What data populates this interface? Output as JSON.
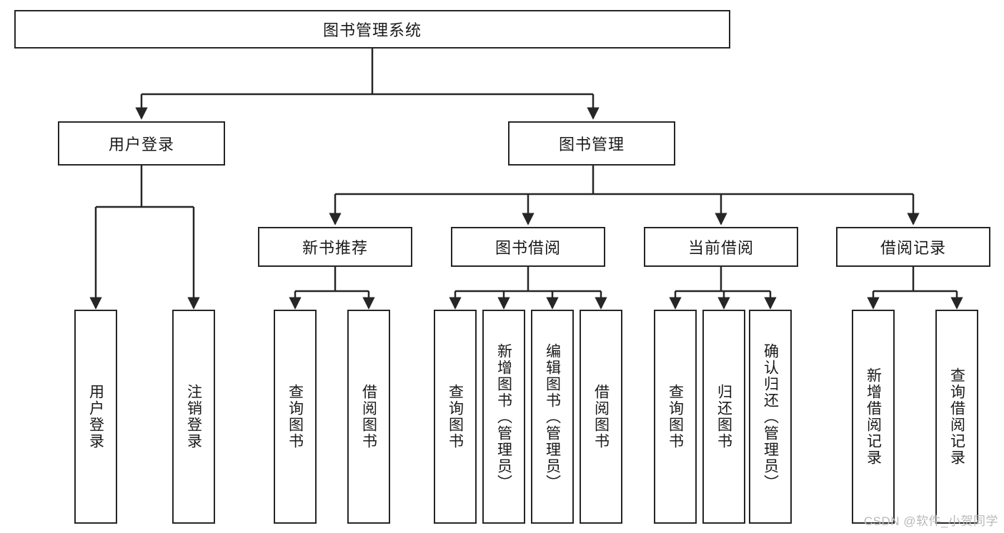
{
  "diagram": {
    "type": "tree-hierarchy-diagram",
    "title": "图书管理系统",
    "colors": {
      "box_border": "#262626",
      "box_fill": "#ffffff",
      "line": "#262626",
      "text": "#1a1a1a",
      "watermark": "#b9b9b9",
      "background": "#ffffff"
    },
    "levels": {
      "level0": [
        {
          "id": "root",
          "label": "图书管理系统",
          "orientation": "horizontal"
        }
      ],
      "level1": [
        {
          "id": "user-login",
          "label": "用户登录",
          "orientation": "horizontal"
        },
        {
          "id": "book-manage",
          "label": "图书管理",
          "orientation": "horizontal"
        }
      ],
      "level2": [
        {
          "id": "new-book-rec",
          "label": "新书推荐",
          "orientation": "horizontal",
          "parent": "book-manage"
        },
        {
          "id": "book-borrow",
          "label": "图书借阅",
          "orientation": "horizontal",
          "parent": "book-manage"
        },
        {
          "id": "current-borrow",
          "label": "当前借阅",
          "orientation": "horizontal",
          "parent": "book-manage"
        },
        {
          "id": "borrow-record",
          "label": "借阅记录",
          "orientation": "horizontal",
          "parent": "book-manage"
        }
      ],
      "level3": [
        {
          "id": "leaf-user-login",
          "label": "用户登录",
          "orientation": "vertical",
          "parent": "user-login"
        },
        {
          "id": "leaf-logout",
          "label": "注销登录",
          "orientation": "vertical",
          "parent": "user-login"
        },
        {
          "id": "leaf-query-book-rec",
          "label": "查询图书",
          "orientation": "vertical",
          "parent": "new-book-rec"
        },
        {
          "id": "leaf-borrow-book-rec",
          "label": "借阅图书",
          "orientation": "vertical",
          "parent": "new-book-rec"
        },
        {
          "id": "leaf-query-book-borrow",
          "label": "查询图书",
          "orientation": "vertical",
          "parent": "book-borrow"
        },
        {
          "id": "leaf-add-book",
          "label": "新增图书（管理员）",
          "orientation": "vertical",
          "parent": "book-borrow"
        },
        {
          "id": "leaf-edit-book",
          "label": "编辑图书（管理员）",
          "orientation": "vertical",
          "parent": "book-borrow"
        },
        {
          "id": "leaf-borrow-book",
          "label": "借阅图书",
          "orientation": "vertical",
          "parent": "book-borrow"
        },
        {
          "id": "leaf-query-book-cur",
          "label": "查询图书",
          "orientation": "vertical",
          "parent": "current-borrow"
        },
        {
          "id": "leaf-return-book",
          "label": "归还图书",
          "orientation": "vertical",
          "parent": "current-borrow"
        },
        {
          "id": "leaf-confirm-return",
          "label": "确认归还（管理员）",
          "orientation": "vertical",
          "parent": "current-borrow"
        },
        {
          "id": "leaf-add-record",
          "label": "新增借阅记录",
          "orientation": "vertical",
          "parent": "borrow-record"
        },
        {
          "id": "leaf-query-record",
          "label": "查询借阅记录",
          "orientation": "vertical",
          "parent": "borrow-record"
        }
      ]
    }
  },
  "watermark": {
    "text": "CSDN @软件_小贺同学"
  }
}
